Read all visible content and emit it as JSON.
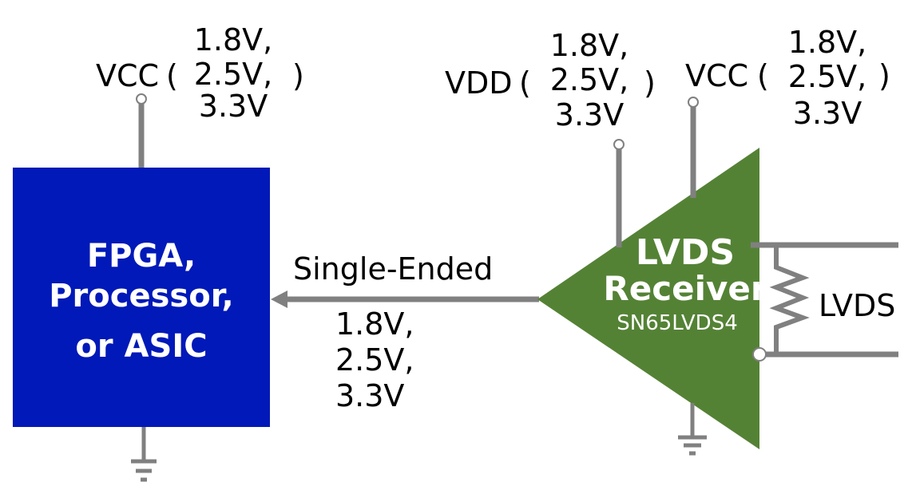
{
  "colors": {
    "fpga_block": "#0019b8",
    "receiver": "#548235",
    "wire": "#808080"
  },
  "fpga": {
    "lines": [
      "FPGA,",
      "Processor,",
      "or ASIC"
    ],
    "supply": "VCC",
    "voltages": [
      "1.8V,",
      "2.5V,",
      "3.3V"
    ]
  },
  "signal": {
    "label": "Single-Ended",
    "voltages": [
      "1.8V,",
      "2.5V,",
      "3.3V"
    ]
  },
  "receiver": {
    "title1": "LVDS",
    "title2": "Receiver",
    "part": "SN65LVDS4",
    "vdd": {
      "supply": "VDD",
      "voltages": [
        "1.8V,",
        "2.5V,",
        "3.3V"
      ]
    },
    "vcc": {
      "supply": "VCC",
      "voltages": [
        "1.8V,",
        "2.5V,",
        "3.3V"
      ]
    },
    "input_label": "LVDS"
  },
  "paren_open": "(",
  "paren_close": ")"
}
